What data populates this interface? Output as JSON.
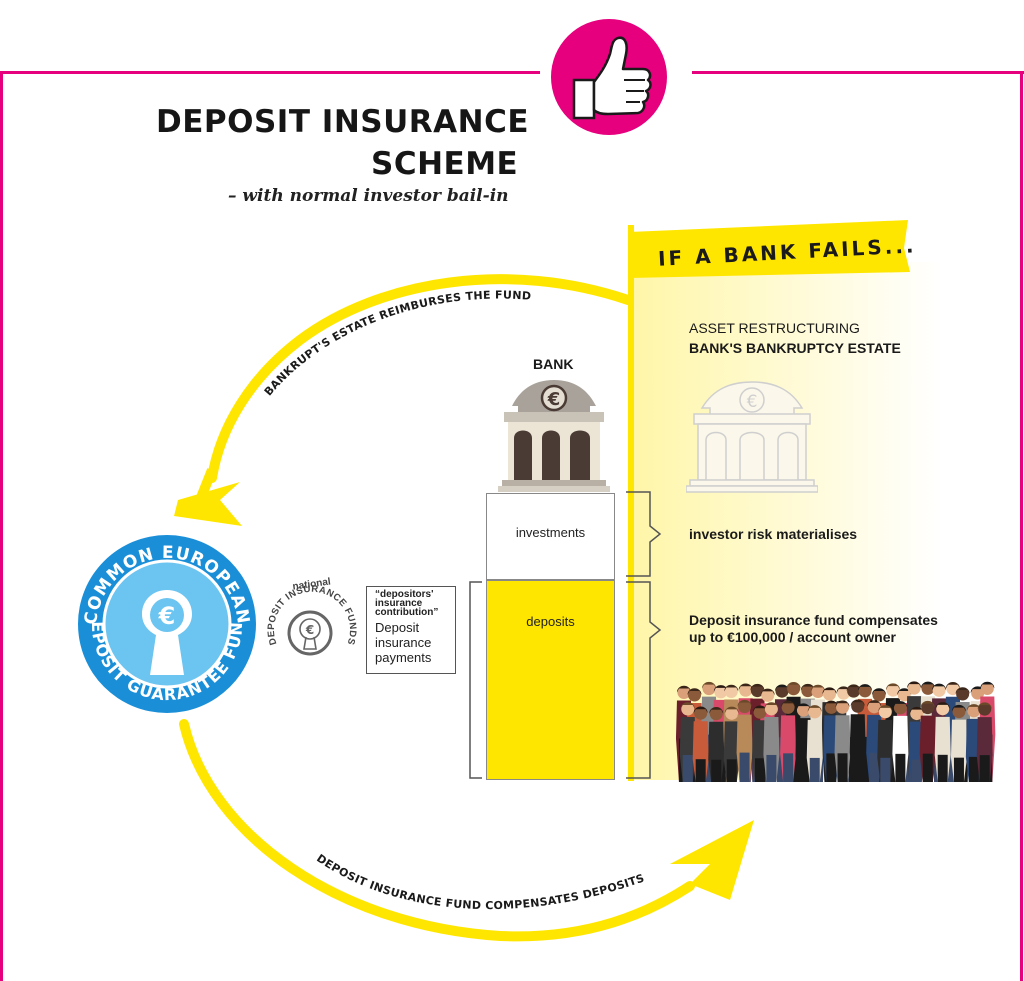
{
  "title": {
    "line1": "DEPOSIT INSURANCE",
    "line2": "SCHEME",
    "subtitle": "– with normal investor bail-in"
  },
  "flag_text": "IF A BANK FAILS...",
  "bank_label": "BANK",
  "stack": {
    "investments": "investments",
    "deposits": "deposits"
  },
  "right": {
    "asset_restructuring": "ASSET RESTRUCTURING",
    "bankruptcy_estate": "BANK'S BANKRUPTCY ESTATE",
    "investor_risk": "investor risk materialises",
    "compensation_line1": "Deposit insurance fund compensates",
    "compensation_line2": "up to €100,000 / account owner"
  },
  "payments_box": {
    "quote_line1": "“depositors'",
    "quote_line2": "insurance",
    "quote_line3": "contribution”",
    "line1": "Deposit",
    "line2": "insurance",
    "line3": "payments"
  },
  "national_fund": {
    "top": "national",
    "ring": "DEPOSIT INSURANCE FUNDS"
  },
  "big_fund": {
    "top": "COMMON EUROPEAN",
    "bottom": "DEPOSIT GUARANTEE FUND"
  },
  "arrows": {
    "top": "BANKRUPT'S ESTATE REIMBURSES THE FUND",
    "bottom": "DEPOSIT INSURANCE FUND COMPENSATES DEPOSITS"
  },
  "euro_symbol": "€",
  "colors": {
    "frame": "#e6007e",
    "yellow": "#ffe600",
    "fund_blue": "#1a8fd8",
    "fund_light": "#6cc4f0",
    "bank_brown": "#4a3b35"
  },
  "icons": [
    "thumbs-up-icon",
    "bank-building-icon",
    "euro-keyhole-icon",
    "crowd-of-people-icon"
  ]
}
